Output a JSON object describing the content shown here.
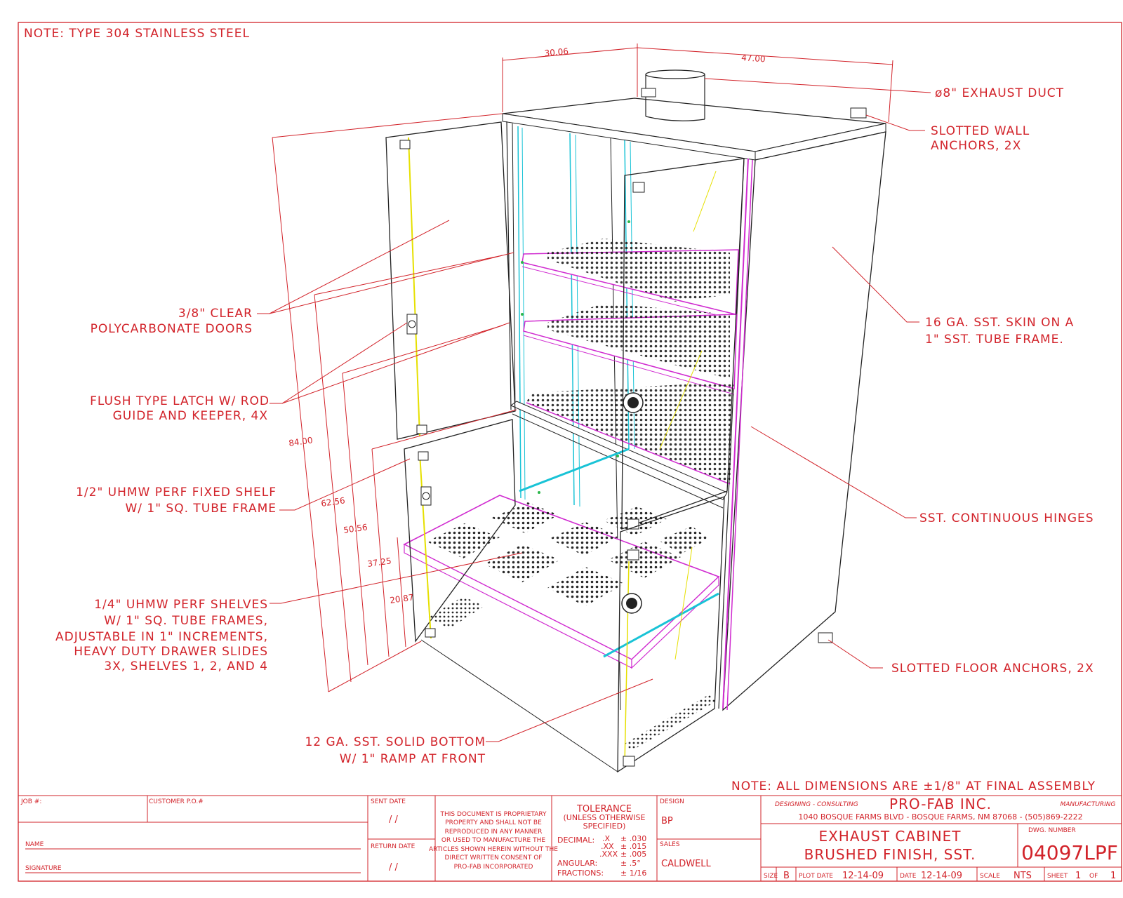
{
  "notes": {
    "top": "NOTE:  TYPE 304 STAINLESS STEEL",
    "bottom": "NOTE:  ALL DIMENSIONS ARE ±1/8\" AT FINAL ASSEMBLY"
  },
  "dimensions": {
    "depth": "30.06",
    "width": "47.00",
    "height": "84.00",
    "d1": "62.56",
    "d2": "50.56",
    "d3": "37.25",
    "d4": "20.87"
  },
  "callouts": {
    "exhaust_duct": "ø8\" EXHAUST DUCT",
    "wall_anchors_1": "SLOTTED  WALL",
    "wall_anchors_2": "ANCHORS, 2X",
    "doors_1": "3/8\" CLEAR",
    "doors_2": "POLYCARBONATE DOORS",
    "skin_1": "16  GA.  SST.  SKIN  ON  A",
    "skin_2": "1\"  SST.  TUBE  FRAME.",
    "latch_1": "FLUSH  TYPE  LATCH  W/ ROD",
    "latch_2": "GUIDE  AND  KEEPER,  4X",
    "hinges": "SST.  CONTINUOUS  HINGES",
    "fixed_shelf_1": "1/2\" UHMW  PERF  FIXED  SHELF",
    "fixed_shelf_2": "W/  1\"  SQ.  TUBE  FRAME",
    "shelves_1": "1/4\" UHMW  PERF  SHELVES",
    "shelves_2": "W/  1\"  SQ.  TUBE  FRAMES,",
    "shelves_3": "ADJUSTABLE  IN  1\"  INCREMENTS,",
    "shelves_4": "HEAVY  DUTY  DRAWER  SLIDES",
    "shelves_5": "3X,  SHELVES  1,  2,  AND  4",
    "floor_anchors": "SLOTTED  FLOOR  ANCHORS,  2X",
    "bottom_1": "12  GA.  SST.  SOLID  BOTTOM",
    "bottom_2": "W/  1\"  RAMP  AT  FRONT"
  },
  "title_block": {
    "job_label": "JOB #:",
    "customer_po_label": "CUSTOMER P.O.#",
    "sent_date_label": "SENT DATE",
    "sent_date_value": "/   /",
    "return_date_label": "RETURN DATE",
    "return_date_value": "/   /",
    "name_label": "NAME",
    "signature_label": "SIGNATURE",
    "proprietary": [
      "THIS DOCUMENT IS PROPRIETARY",
      "PROPERTY AND SHALL NOT BE",
      "REPRODUCED IN ANY MANNER",
      "OR USED TO MANUFACTURE THE",
      "ARTICLES SHOWN HEREIN WITHOUT THE",
      "DIRECT WRITTEN CONSENT OF",
      "PRO-FAB INCORPORATED"
    ],
    "tolerance_title": "TOLERANCE",
    "tolerance_sub_1": "(UNLESS OTHERWISE",
    "tolerance_sub_2": "SPECIFIED)",
    "decimal_label": "DECIMAL:",
    "dec_x": ".X",
    "dec_x_val": "± .030",
    "dec_xx": ".XX",
    "dec_xx_val": "± .015",
    "dec_xxx": ".XXX",
    "dec_xxx_val": "± .005",
    "angular_label": "ANGULAR:",
    "angular_val": "± .5°",
    "fractions_label": "FRACTIONS:",
    "fractions_val": "± 1/16",
    "design_label": "DESIGN",
    "design_value": "BP",
    "sales_label": "SALES",
    "sales_value": "CALDWELL",
    "designing": "DESIGNING  -  CONSULTING",
    "company": "PRO-FAB  INC.",
    "manufacturing": "MANUFACTURING",
    "address": "1040  BOSQUE  FARMS  BLVD  -  BOSQUE  FARMS,  NM  87068  -  (505)869-2222",
    "title_1": "EXHAUST  CABINET",
    "title_2": "BRUSHED  FINISH,  SST.",
    "dwg_label": "DWG. NUMBER",
    "dwg_number": "04097LPF",
    "size_label": "SIZE",
    "size_value": "B",
    "plot_date_label": "PLOT DATE",
    "plot_date_value": "12-14-09",
    "date_label": "DATE",
    "date_value": "12-14-09",
    "scale_label": "SCALE",
    "scale_value": "NTS",
    "sheet_label": "SHEET",
    "sheet_value": "1",
    "of_label": "OF",
    "of_value": "1"
  }
}
